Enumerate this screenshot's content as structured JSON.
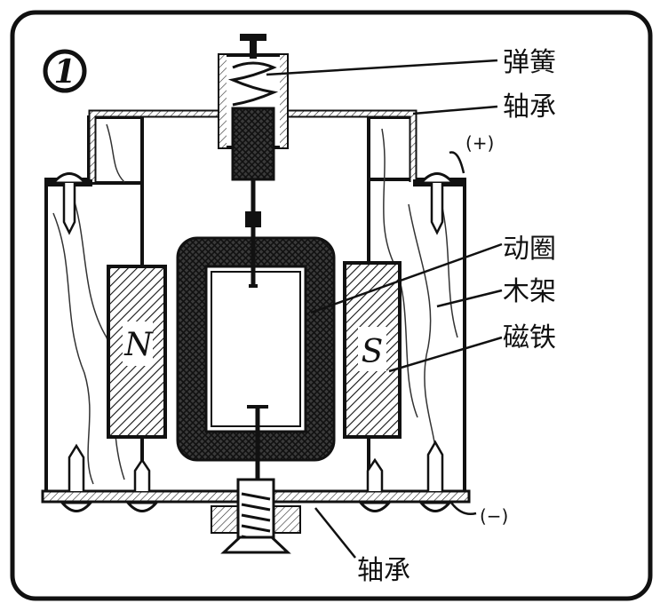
{
  "figure_number": "1",
  "labels": {
    "spring": "弹簧",
    "bearing_top": "轴承",
    "bearing_bottom": "轴承",
    "moving_coil": "动圈",
    "wood_frame": "木架",
    "magnet": "磁铁",
    "terminal_positive": "(+)",
    "terminal_negative": "(−)"
  },
  "poles": {
    "north": "N",
    "south": "S"
  }
}
